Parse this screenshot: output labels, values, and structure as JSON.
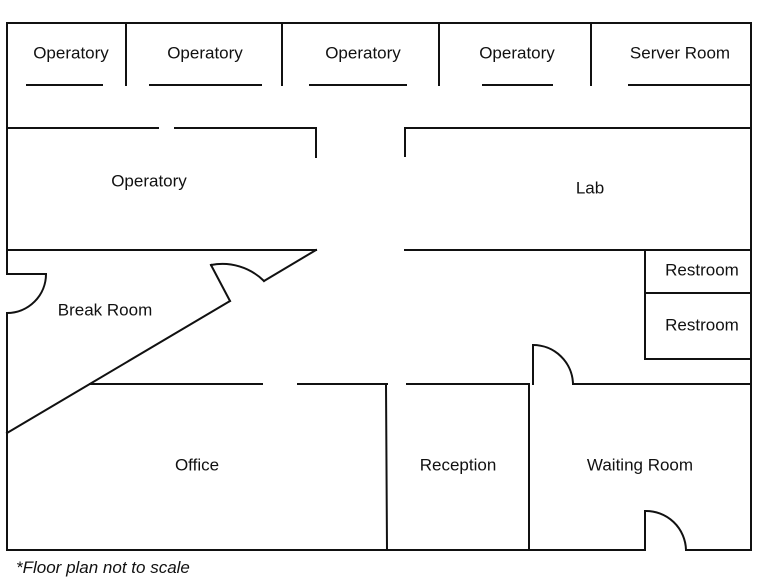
{
  "rooms": {
    "operatory_1": "Operatory",
    "operatory_2": "Operatory",
    "operatory_3": "Operatory",
    "operatory_4": "Operatory",
    "server_room": "Server Room",
    "operatory_5": "Operatory",
    "lab": "Lab",
    "break_room": "Break Room",
    "restroom_1": "Restroom",
    "restroom_2": "Restroom",
    "office": "Office",
    "reception": "Reception",
    "waiting_room": "Waiting Room"
  },
  "footnote": "*Floor plan not to scale",
  "colors": {
    "wall": "#111111",
    "background": "#ffffff"
  }
}
